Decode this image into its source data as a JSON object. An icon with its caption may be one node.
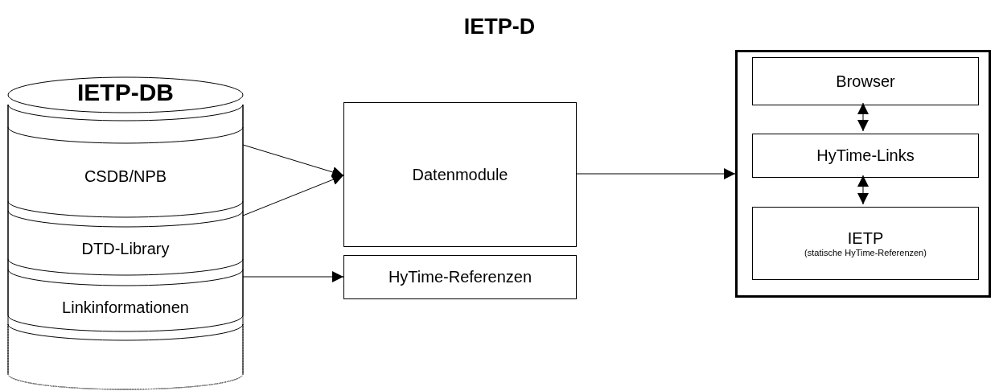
{
  "diagram": {
    "title": "IETP-D",
    "nodes": [
      {
        "text": [
          "IETP-DB"
        ]
      },
      {
        "text": [
          "CSDB/NPB"
        ],
        "in": 0
      },
      {
        "text": [
          "DTD-Library"
        ],
        "in": 0
      },
      {
        "text": [
          "Linkinformationen"
        ],
        "in": 0
      },
      {
        "text": [
          "Datenmodule"
        ]
      },
      {
        "text": [
          "HyTime-Referenzen"
        ]
      },
      {
        "text": [],
        "shape": "box"
      },
      {
        "text": [
          "Browser"
        ],
        "in": 6
      },
      {
        "text": [
          "HyTime-Links"
        ],
        "in": 6
      },
      {
        "text": [
          "IETP",
          "(statische HyTime-Referenzen)"
        ],
        "in": 6
      }
    ],
    "edges": [
      {
        "from": 1,
        "to": 4,
        "arrow": "to"
      },
      {
        "from": 2,
        "to": 4,
        "arrow": "to"
      },
      {
        "from": 3,
        "to": 5,
        "arrow": "to"
      },
      {
        "from": 4,
        "to": 6,
        "arrow": "to"
      },
      {
        "from": 7,
        "to": 8,
        "arrow": "both"
      },
      {
        "from": 8,
        "to": 9,
        "arrow": "both"
      }
    ]
  }
}
